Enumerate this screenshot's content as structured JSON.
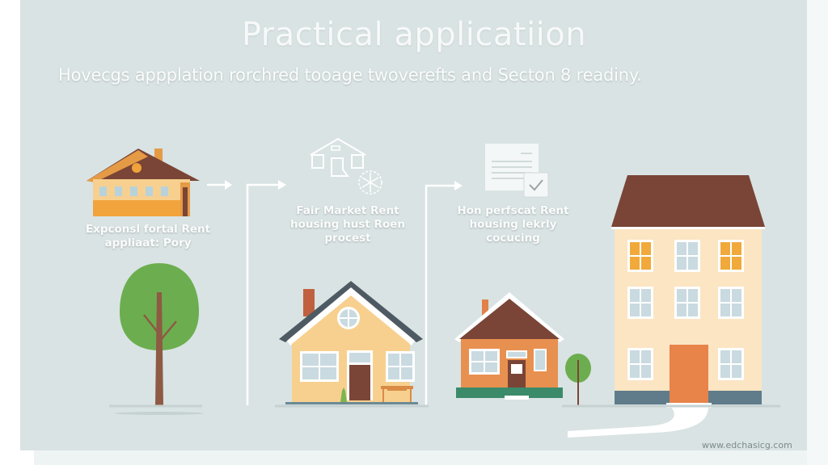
{
  "header": {
    "title": "Practical applicatiion",
    "subtitle": "Hovecgs appplation rorchred tooage twoverefts and Secton 8 readiny."
  },
  "steps": [
    {
      "caption_line1": "Expconsl fortal Rent",
      "caption_line2": "appliaat: Pory",
      "icon": "house-icon"
    },
    {
      "caption_line1": "Fair Market Rent",
      "caption_line2": "housing hust Roen",
      "caption_line3": "procest",
      "icon": "house-outline-icon"
    },
    {
      "caption_line1": "Hon perfscat Rent",
      "caption_line2": "housing lekrly",
      "caption_line3": "cocucing",
      "icon": "document-check-icon"
    }
  ],
  "footer": {
    "watermark": "www.edchasicg.com"
  },
  "colors": {
    "background": "#d9e3e3",
    "text": "#fbfcfc",
    "roof_brown": "#7a4536",
    "house_yellow": "#f7d08f",
    "house_orange": "#e8904f",
    "tree_green": "#6cae4f",
    "base_slate": "#607c8b"
  }
}
